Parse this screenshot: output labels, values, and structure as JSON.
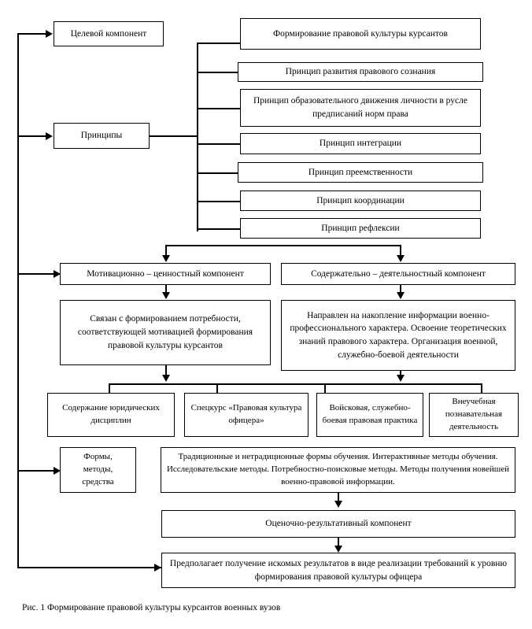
{
  "figure": {
    "caption": "Рис. 1 Формирование правовой культуры курсантов военных вузов"
  },
  "nodes": {
    "target_component": "Целевой компонент",
    "principles": "Принципы",
    "principles_list": [
      "Формирование правовой культуры курсантов",
      "Принцип развития правового сознания",
      "Принцип образовательного движения личности в русле предписаний норм права",
      "Принцип интеграции",
      "Принцип преемственности",
      "Принцип координации",
      "Принцип рефлексии"
    ],
    "motivational_component": "Мотивационно – ценностный компонент",
    "motivational_description": "Связан с формированием потребности, соответствующей мотивацией формирования правовой культуры курсантов",
    "content_component": "Содержательно – деятельностный компонент",
    "content_description": "Направлен на накопление информации военно-профессионального характера. Освоение теоретических знаний правового характера. Организация военной, служебно-боевой деятельности",
    "practice_items": [
      "Содержание юридических дисциплин",
      "Спецкурс «Правовая культура офицера»",
      "Войсковая, служебно-боевая правовая практика",
      "Внеучебная познавательная деятельность"
    ],
    "forms_methods": "Формы,\nметоды,\nсредства",
    "methods_description": "Традиционные и нетрадиционные формы обучения. Интерактивные методы обучения. Исследовательские методы. Потребностно-поисковые методы. Методы получения новейшей военно-правовой информации.",
    "evaluation_component": "Оценочно-результативный компонент",
    "evaluation_description": "Предполагает получение искомых результатов в виде реализации требований к уровню формирования правовой культуры офицера"
  },
  "style": {
    "stroke": "#000000",
    "background": "#ffffff"
  }
}
